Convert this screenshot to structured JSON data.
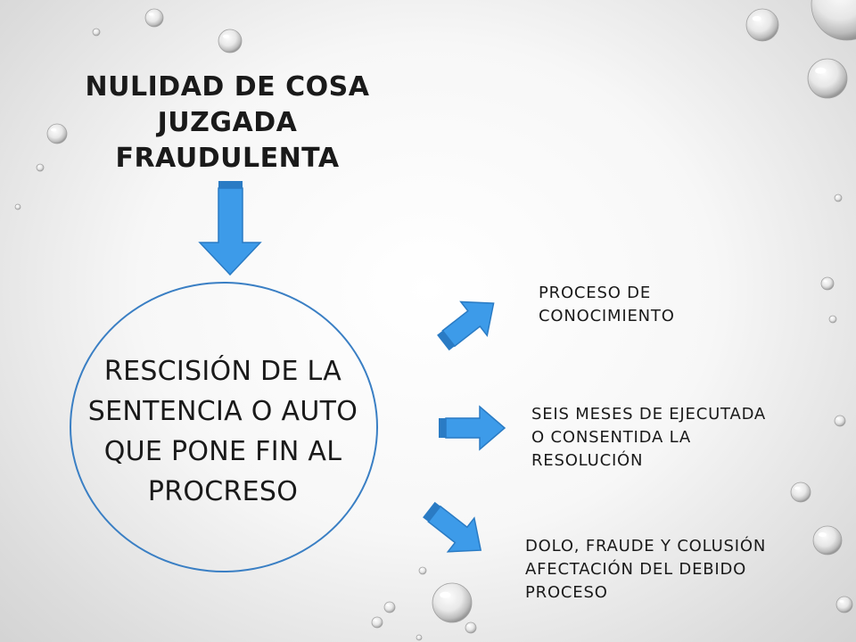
{
  "title_lines": [
    "NULIDAD DE COSA",
    "JUZGADA",
    "FRAUDULENTA"
  ],
  "center_lines": [
    "RESCISIÓN DE LA",
    "SENTENCIA O AUTO",
    "QUE PONE FIN AL",
    "PROCRESO"
  ],
  "branches": [
    {
      "lines": [
        "PROCESO DE",
        "CONOCIMIENTO"
      ]
    },
    {
      "lines": [
        "SEIS MESES DE EJECUTADA",
        "O CONSENTIDA LA",
        "RESOLUCIÓN"
      ]
    },
    {
      "lines": [
        "DOLO, FRAUDE Y COLUSIÓN",
        "AFECTACIÓN DEL DEBIDO",
        "PROCESO"
      ]
    }
  ],
  "colors": {
    "arrow_fill": "#3d9be9",
    "arrow_edge": "#2a7bc4",
    "circle_border": "#3a7fc4",
    "text": "#1a1a1a"
  }
}
